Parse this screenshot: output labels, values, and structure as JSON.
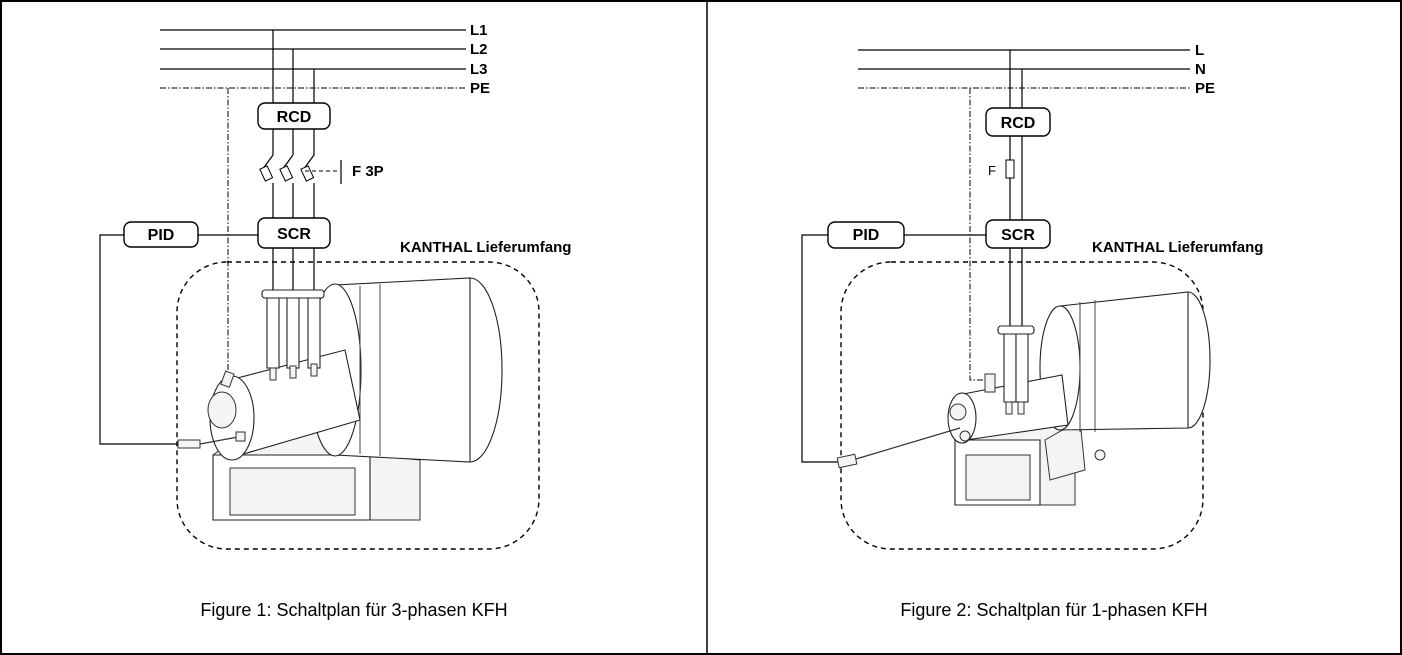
{
  "figure1": {
    "bus_labels": [
      "L1",
      "L2",
      "L3",
      "PE"
    ],
    "rcd": "RCD",
    "fuse": "F 3P",
    "scr": "SCR",
    "pid": "PID",
    "scope": "KANTHAL Lieferumfang",
    "caption": "Figure 1: Schaltplan für 3-phasen KFH"
  },
  "figure2": {
    "bus_labels": [
      "L",
      "N",
      "PE"
    ],
    "rcd": "RCD",
    "fuse": "F",
    "scr": "SCR",
    "pid": "PID",
    "scope": "KANTHAL Lieferumfang",
    "caption": "Figure 2: Schaltplan für 1-phasen KFH"
  },
  "icons": {
    "heater": "air-heater-icon",
    "thermocouple": "thermocouple-icon",
    "fuse": "fuse-icon"
  }
}
